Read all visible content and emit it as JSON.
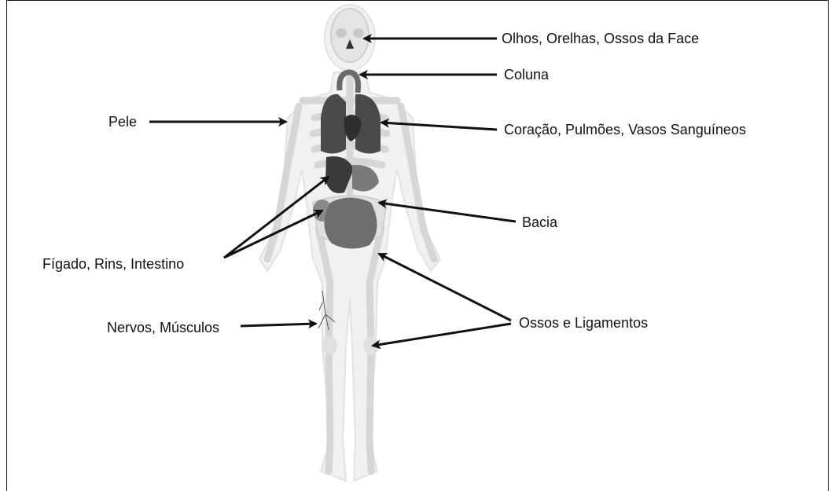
{
  "labels": {
    "eyes_face": "Olhos, Orelhas, Ossos da Face",
    "spine": "Coluna",
    "skin": "Pele",
    "heart_lungs": "Coração, Pulmões, Vasos Sanguíneos",
    "pelvis": "Bacia",
    "liver_kidneys": "Fígado, Rins, Intestino",
    "nerves_muscles": "Nervos, Músculos",
    "bones_ligaments": "Ossos e Ligamentos"
  },
  "colors": {
    "skeleton": "#dcdcdc",
    "body_outline": "#e6e6e6",
    "organ_dark": "#5a5a5a",
    "organ_mid": "#8a8a8a",
    "arrow": "#111111"
  }
}
